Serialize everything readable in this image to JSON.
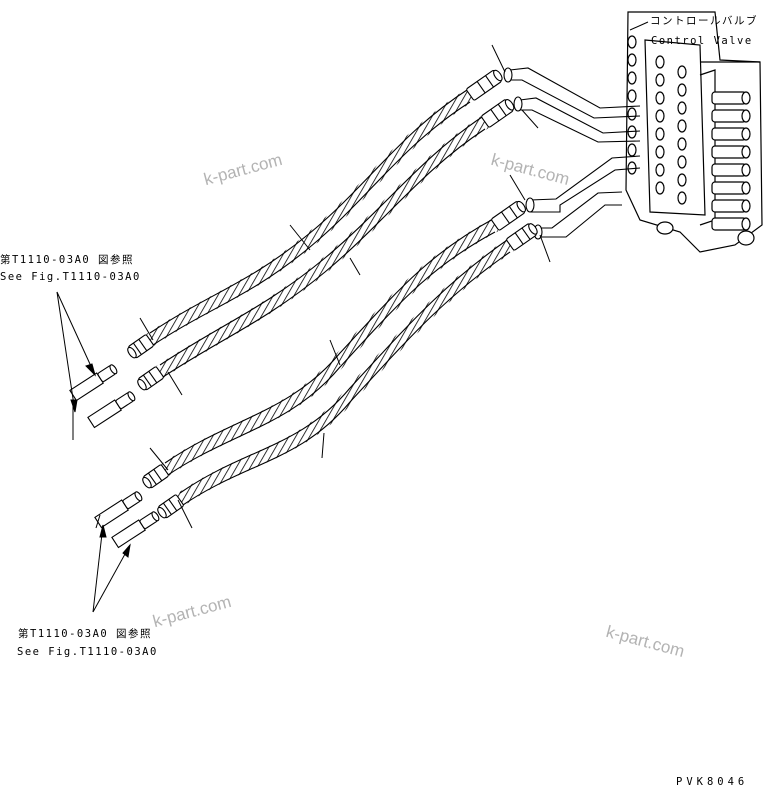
{
  "labels": {
    "valve_jp": "コントロールバルブ",
    "valve_en": "Control Valve",
    "ref_top_jp": "第T1110-03A0 図参照",
    "ref_top_en": "See Fig.T1110-03A0",
    "ref_bottom_jp": "第T1110-03A0 図参照",
    "ref_bottom_en": "See Fig.T1110-03A0",
    "figure_code": "PVK8046"
  },
  "watermarks": [
    "k-part.com",
    "k-part.com",
    "k-part.com",
    "k-part.com"
  ],
  "colors": {
    "line": "#000000",
    "watermark": "#b3b3b3",
    "background": "#ffffff"
  }
}
